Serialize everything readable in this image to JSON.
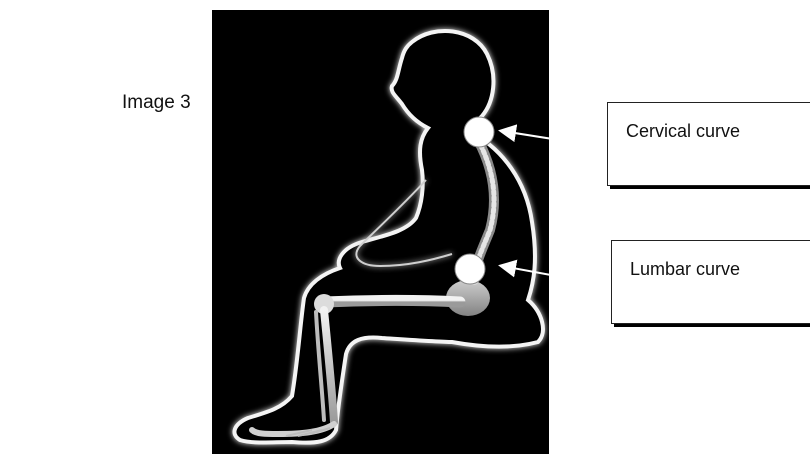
{
  "caption": "Image 3",
  "labels": {
    "cervical": "Cervical curve",
    "lumbar": "Lumbar curve"
  },
  "colors": {
    "figure_background": "#000000",
    "silhouette_glow": "#ffffff",
    "bone": "#d9d9d9",
    "marker": "#ffffff"
  }
}
